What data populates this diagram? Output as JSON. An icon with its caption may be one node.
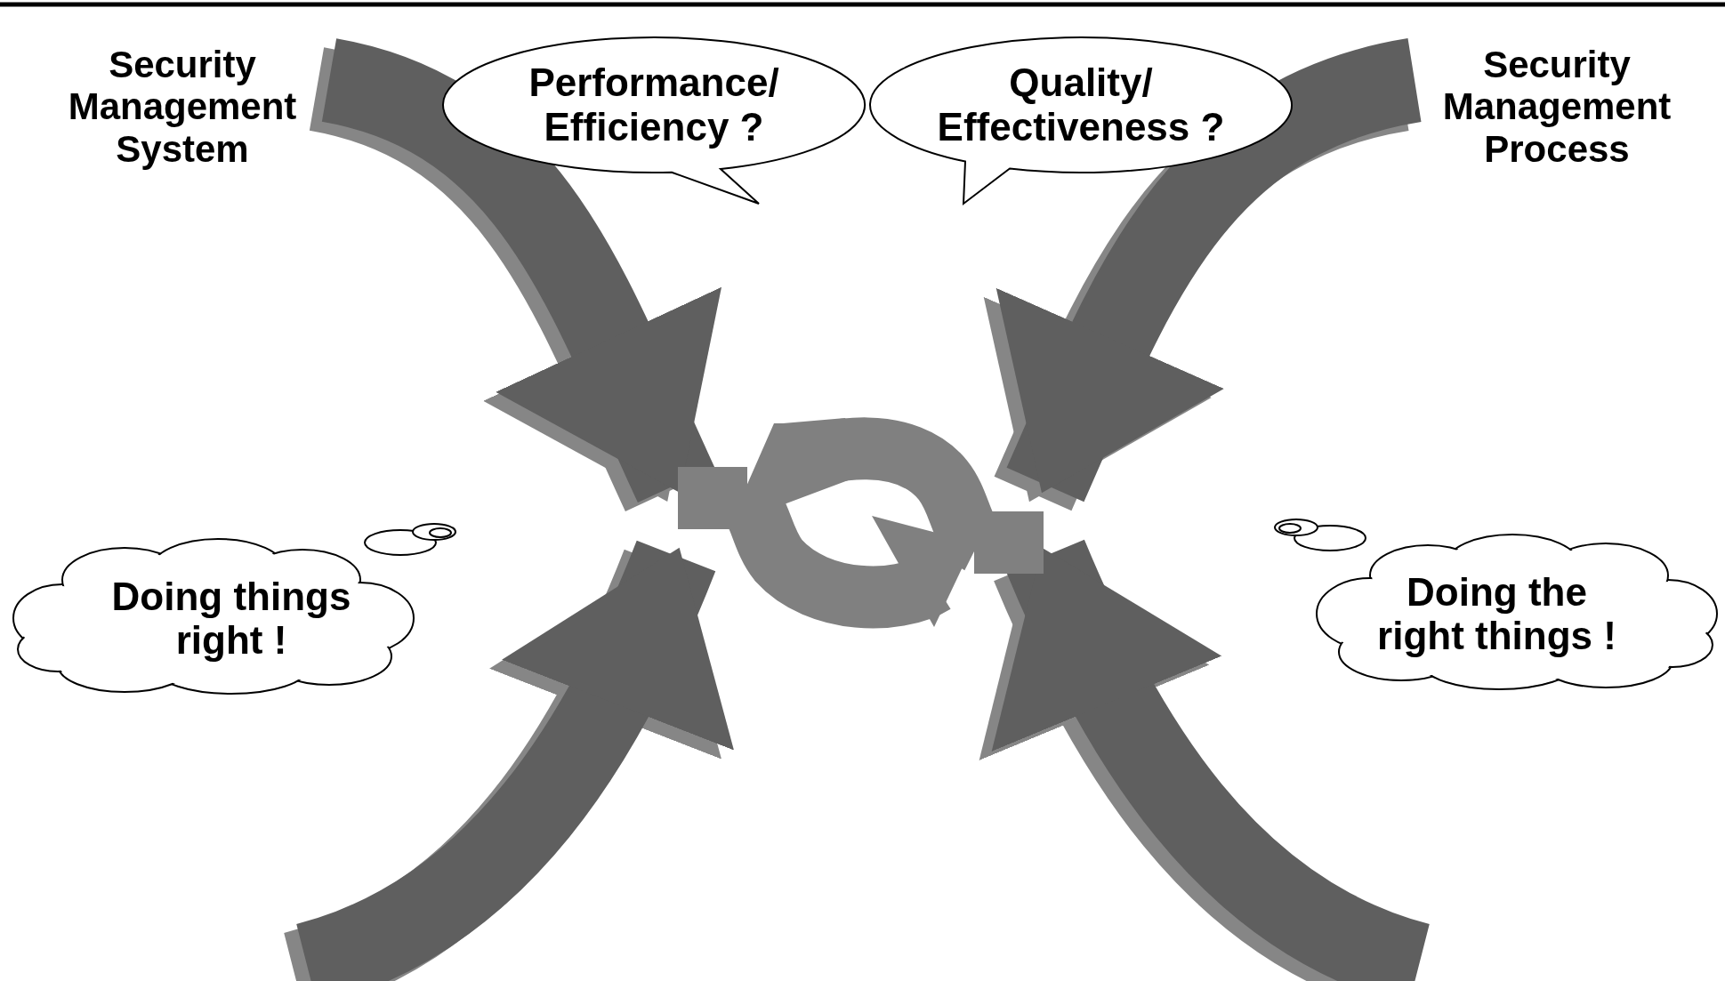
{
  "diagram": {
    "nodes": [
      {
        "text": [
          "Security Management System"
        ]
      },
      {
        "text": [
          "Performance/ Efficiency ?"
        ]
      },
      {
        "text": [
          "Quality/ Effectiveness ?"
        ]
      },
      {
        "text": [
          "Security Management Process"
        ]
      },
      {
        "text": [
          "Doing things right !"
        ]
      },
      {
        "text": [
          "Doing the right things !"
        ]
      },
      {
        "text": [],
        "shape": "cycle"
      }
    ],
    "edges": [
      {
        "from": 0,
        "to": 6,
        "arrow": "to"
      },
      {
        "from": 3,
        "to": 6,
        "arrow": "to"
      },
      {
        "from": null,
        "to": 6,
        "arrow": "to"
      },
      {
        "from": null,
        "to": 6,
        "arrow": "to"
      }
    ]
  }
}
